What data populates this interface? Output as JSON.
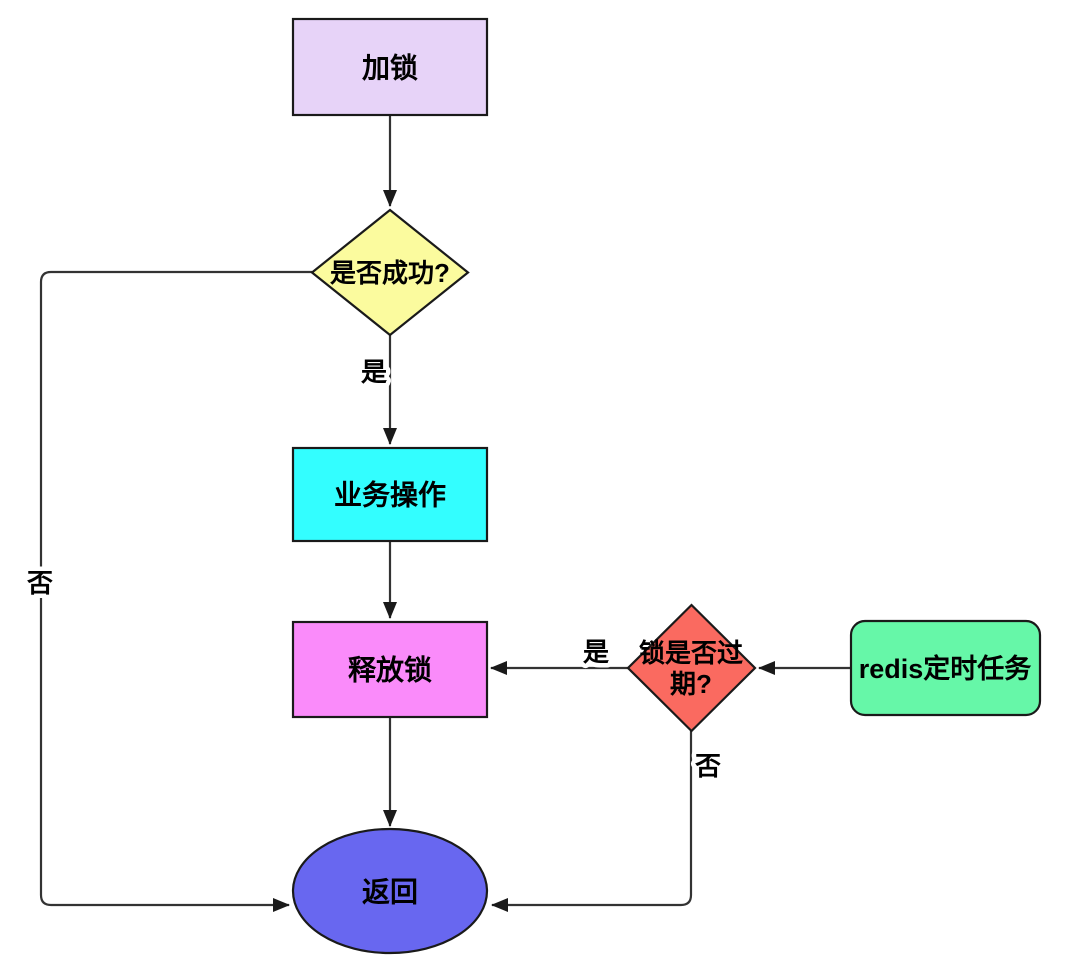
{
  "diagram": {
    "title": "redis-lock-flowchart",
    "background": "#ffffff",
    "nodes": {
      "lock": {
        "shape": "rectangle",
        "label": "加锁",
        "fill": "#e7d3f8"
      },
      "success_check": {
        "shape": "diamond",
        "label": "是否成功?",
        "fill": "#fbfb9e"
      },
      "business": {
        "shape": "rectangle",
        "label": "业务操作",
        "fill": "#33feff"
      },
      "release_lock": {
        "shape": "rectangle",
        "label": "释放锁",
        "fill": "#fa8bfa"
      },
      "expired_check": {
        "shape": "diamond",
        "label": "锁是否过期?",
        "line1": "锁是否过",
        "line2": "期?",
        "fill": "#fa6a60"
      },
      "redis_task": {
        "shape": "rounded-rectangle",
        "label": "redis定时任务",
        "fill": "#66f7a8"
      },
      "return": {
        "shape": "ellipse",
        "label": "返回",
        "fill": "#6867f0"
      }
    },
    "edges": [
      {
        "from": "lock",
        "to": "success_check",
        "label": ""
      },
      {
        "from": "success_check",
        "to": "business",
        "label": "是"
      },
      {
        "from": "success_check",
        "to": "return",
        "label": "否"
      },
      {
        "from": "business",
        "to": "release_lock",
        "label": ""
      },
      {
        "from": "release_lock",
        "to": "return",
        "label": ""
      },
      {
        "from": "redis_task",
        "to": "expired_check",
        "label": ""
      },
      {
        "from": "expired_check",
        "to": "release_lock",
        "label": "是"
      },
      {
        "from": "expired_check",
        "to": "return",
        "label": "否"
      }
    ],
    "colors": {
      "node_border": "#1a1a1a",
      "edge_line": "#333333",
      "text": "#000000",
      "canvas": "#ffffff"
    }
  }
}
